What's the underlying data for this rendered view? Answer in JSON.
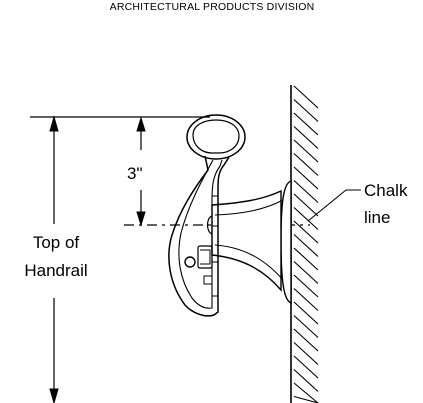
{
  "header": {
    "division": "ARCHITECTURAL PRODUCTS DIVISION"
  },
  "labels": {
    "dimension": "3\"",
    "top_line1": "Top of",
    "top_line2": "Handrail",
    "chalk_line1": "Chalk",
    "chalk_line2": "line"
  },
  "colors": {
    "ink": "#000000",
    "background": "#ffffff"
  }
}
